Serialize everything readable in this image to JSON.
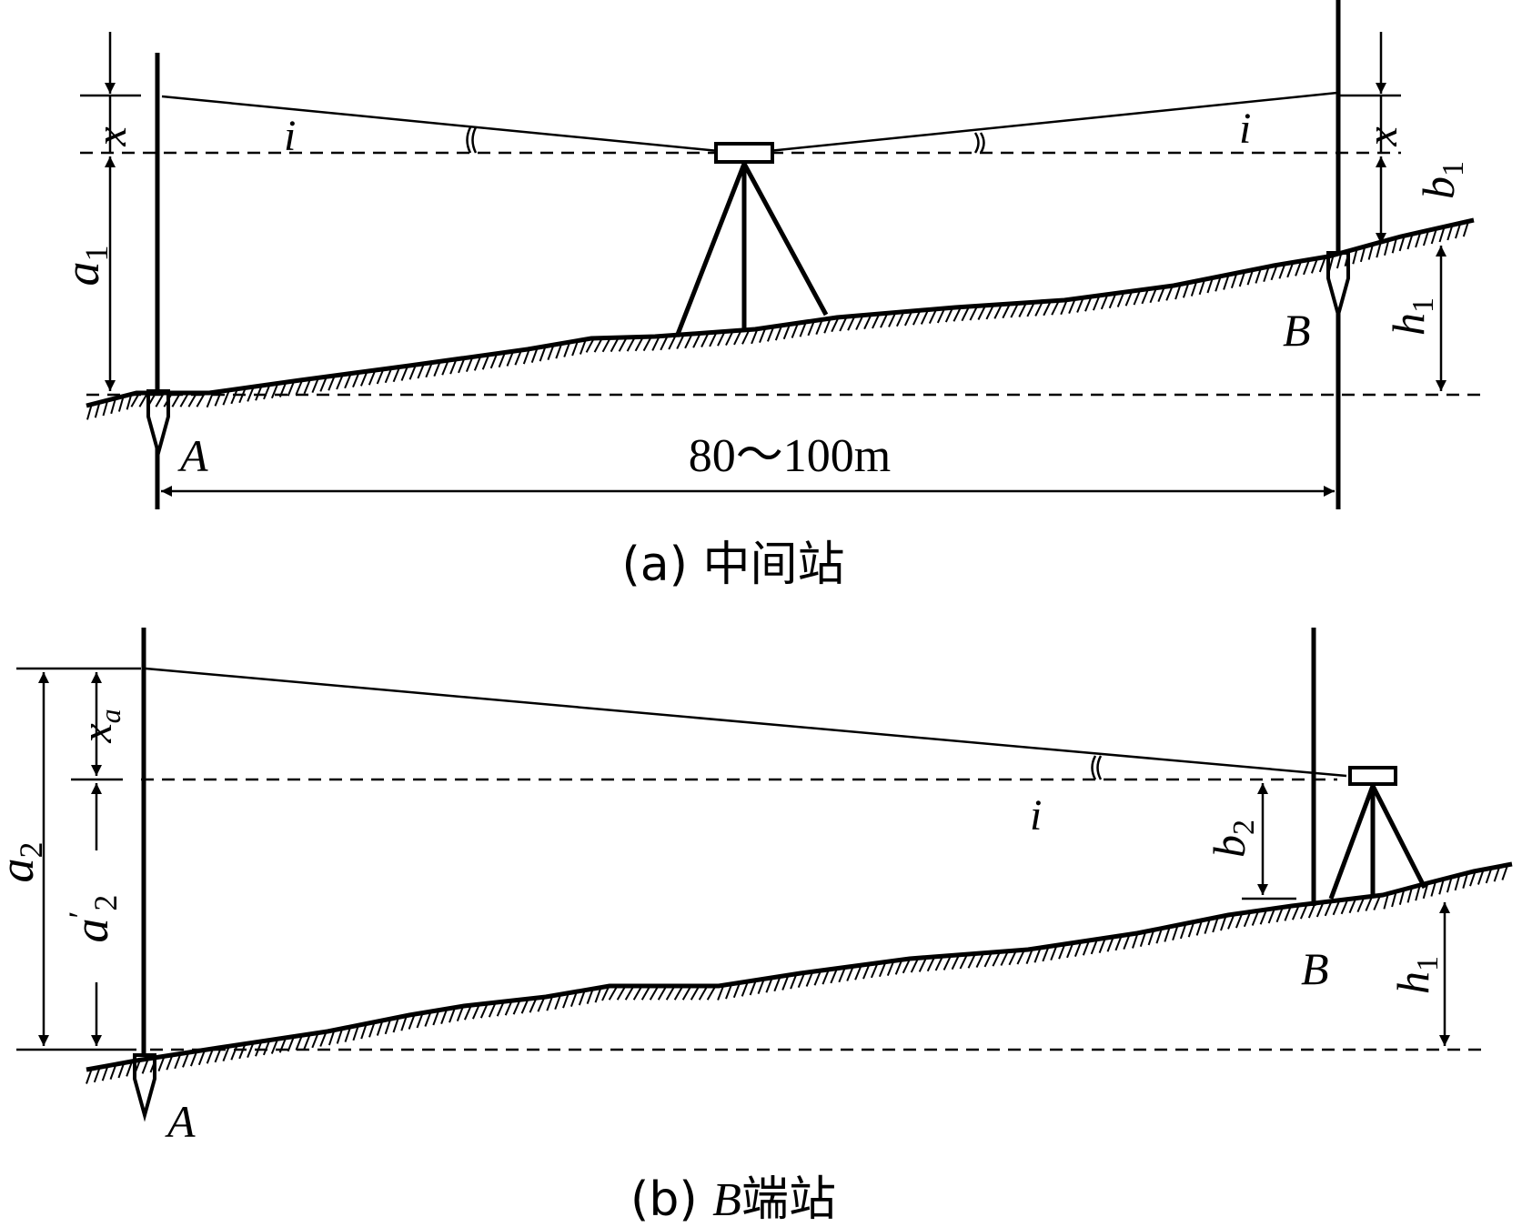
{
  "panel_a": {
    "caption": "(a) 中间站",
    "distance_label": "80～100m",
    "labels": {
      "x_left": "x",
      "x_right": "x",
      "i_left": "i",
      "i_right": "i",
      "a1_main": "a",
      "a1_sub": "1",
      "b1_main": "b",
      "b1_sub": "1",
      "h1_main": "h",
      "h1_sub": "1",
      "point_a": "A",
      "point_b": "B"
    }
  },
  "panel_b": {
    "caption_prefix": "(b) ",
    "caption_point": "B",
    "caption_suffix": "端站",
    "labels": {
      "xa_main": "x",
      "xa_sub": "a",
      "i": "i",
      "a2_main": "a",
      "a2_sub": "2",
      "a2p_main": "a",
      "a2p_prime": "′",
      "a2p_sub": "2",
      "b2_main": "b",
      "b2_sub": "2",
      "h1_main": "h",
      "h1_sub": "1",
      "point_a": "A",
      "point_b": "B"
    }
  }
}
